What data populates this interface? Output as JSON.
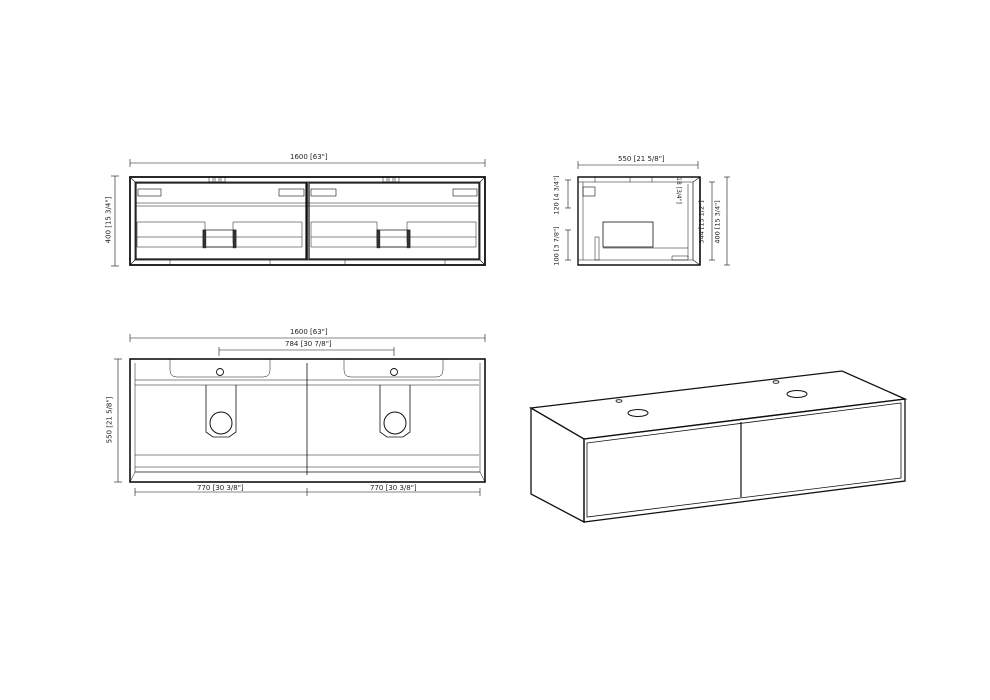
{
  "drawing": {
    "front_view": {
      "width_label": "1600 [63\"]",
      "height_label": "400 [15 3/4\"]"
    },
    "side_view": {
      "width_label": "550 [21 5/8\"]",
      "top_offset_label": "120 [4 3/4\"]",
      "bottom_offset_label": "100 [3 7/8\"]",
      "small_label": "18 [3/4\"]",
      "inner_height_label": "344 [13 1/2\"]",
      "height_label": "400 [15 3/4\"]"
    },
    "top_view": {
      "width_label": "1600 [63\"]",
      "sink_spacing_label": "784 [30 7/8\"]",
      "depth_label": "550 [21 5/8\"]",
      "left_bay_label": "770 [30 3/8\"]",
      "right_bay_label": "770 [30 3/8\"]"
    },
    "isometric_view": {
      "description": "double-drawer wall-mounted vanity"
    }
  }
}
